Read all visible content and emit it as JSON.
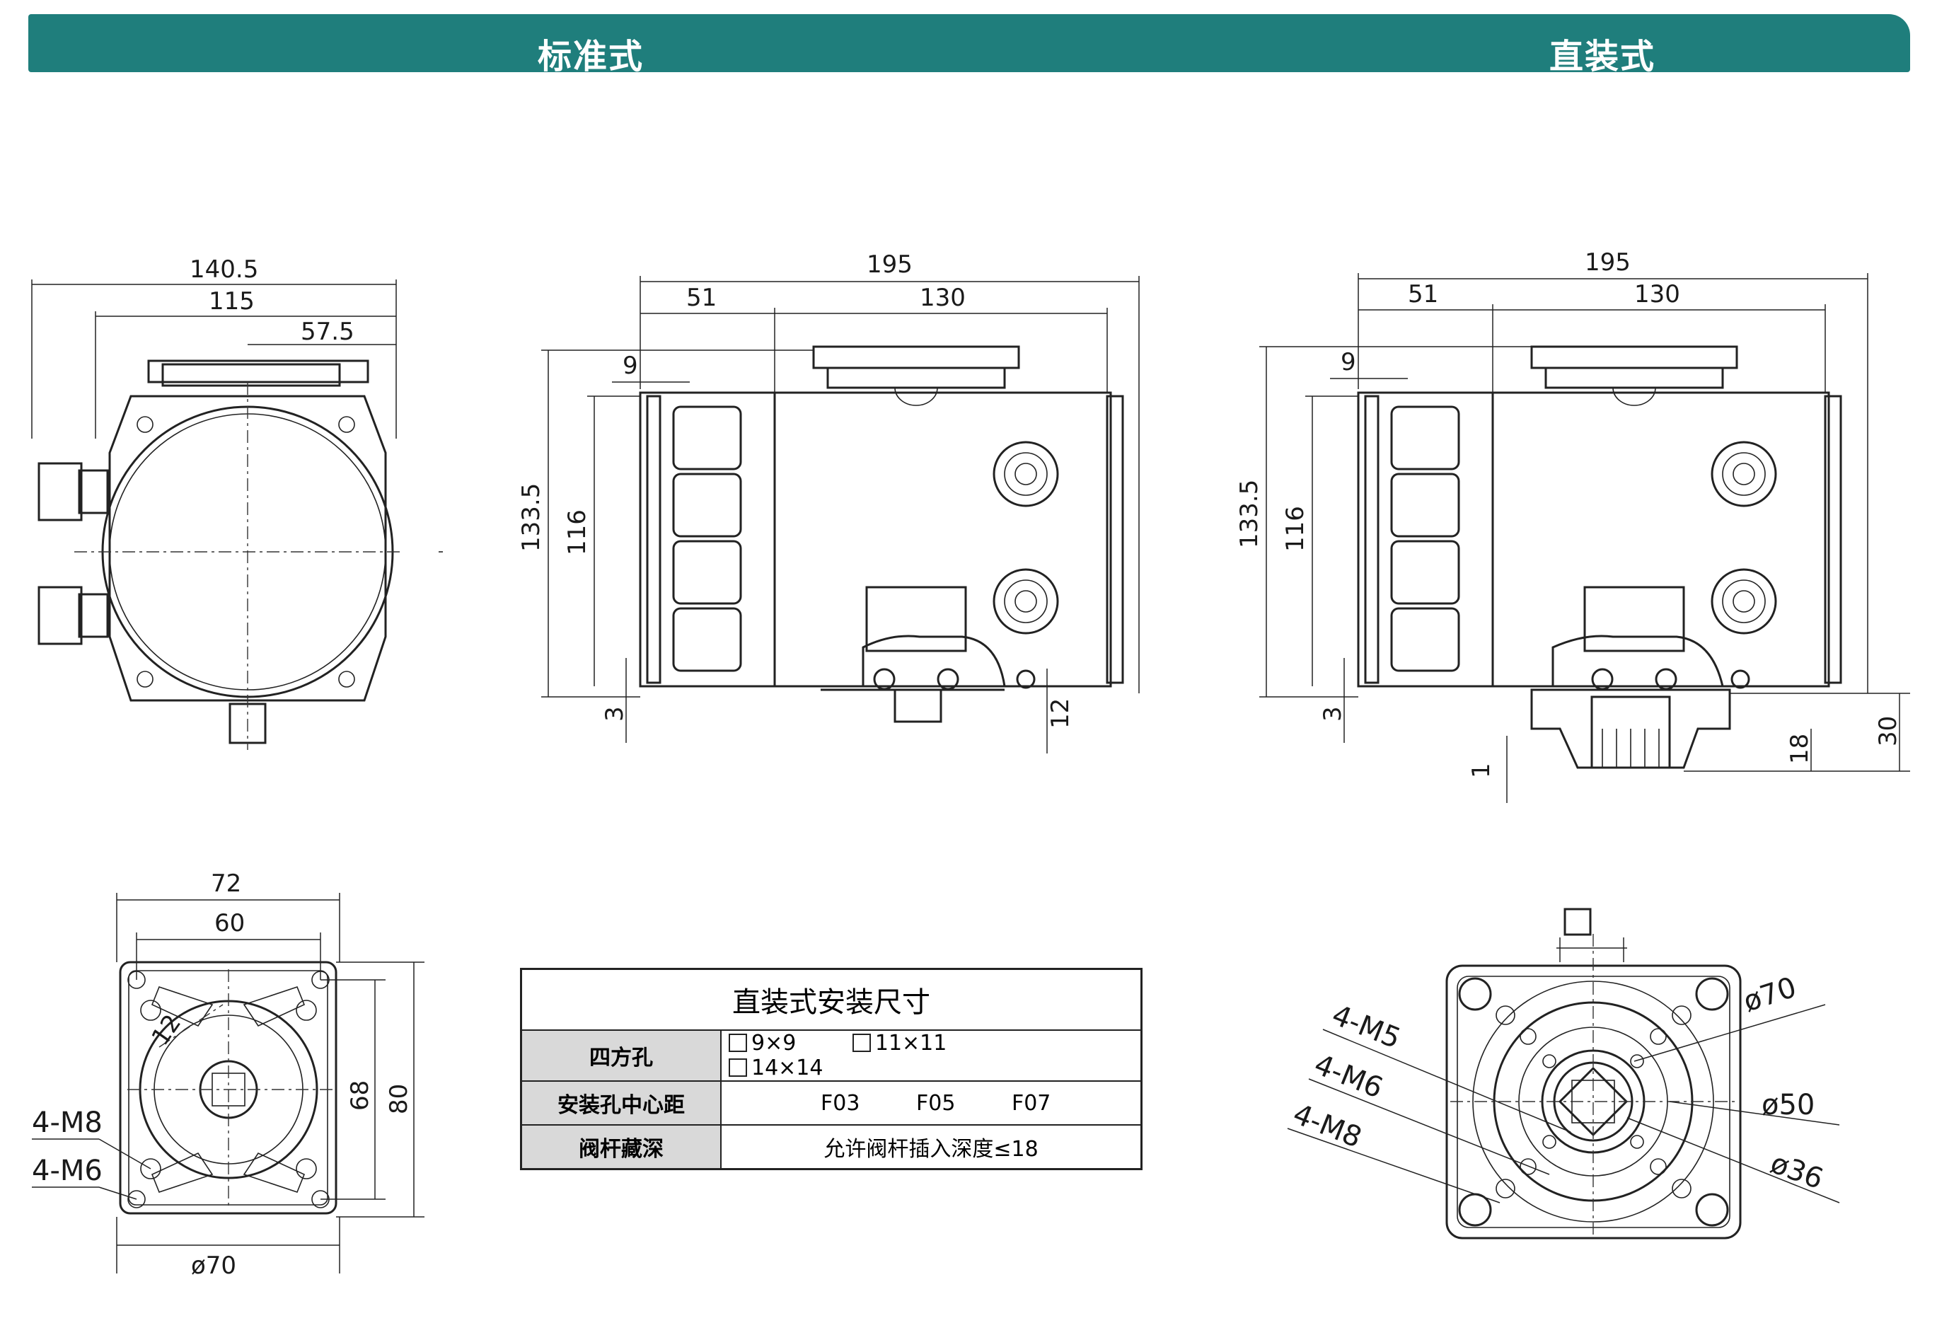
{
  "banner": {
    "left_title": "标准式",
    "right_title": "直装式",
    "color": "#1f7e7c"
  },
  "dims": {
    "side_width_total": "140.5",
    "side_width_body": "115",
    "side_width_half": "57.5",
    "top_total": "195",
    "top_left": "51",
    "top_right": "130",
    "offset_9": "9",
    "height_total": "133.5",
    "height_body": "116",
    "gap_3": "3",
    "shaft_12": "12",
    "base_72": "72",
    "base_60": "60",
    "base_68": "68",
    "base_80": "80",
    "base_12": "12",
    "base_dia70": "ø70",
    "thread_m8": "4-M8",
    "thread_m6": "4-M6",
    "direct_30": "30",
    "direct_18": "18",
    "direct_1": "1",
    "flange_m5": "4-M5",
    "flange_m6": "4-M6",
    "flange_m8": "4-M8",
    "flange_d70": "ø70",
    "flange_d50": "ø50",
    "flange_d36": "ø36"
  },
  "table": {
    "caption": "直装式安装尺寸",
    "rows": [
      {
        "label": "四方孔",
        "options": [
          "9×9",
          "11×11",
          "14×14"
        ]
      },
      {
        "label": "安装孔中心距",
        "options": [
          "F03",
          "F05",
          "F07"
        ]
      },
      {
        "label": "阀杆藏深",
        "value": "允许阀杆插入深度≤18"
      }
    ]
  }
}
